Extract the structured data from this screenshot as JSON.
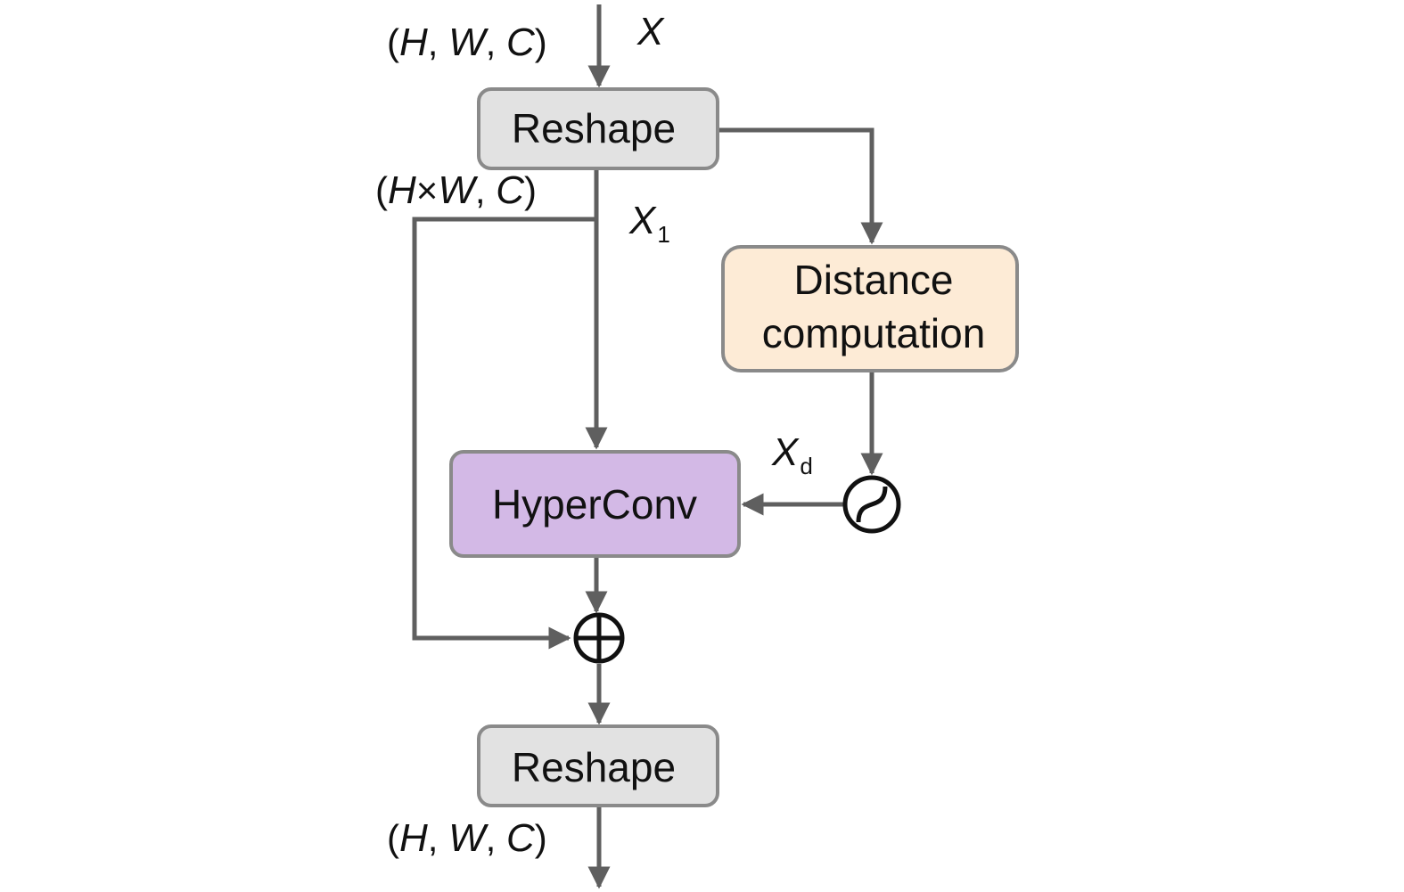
{
  "nodes": {
    "reshape_top": {
      "label": "Reshape"
    },
    "distance": {
      "line1": "Distance",
      "line2": "computation"
    },
    "hyperconv": {
      "label": "HyperConv"
    },
    "reshape_bottom": {
      "label": "Reshape"
    }
  },
  "labels": {
    "shape_in": {
      "open": "(",
      "h": "H",
      "sep1": ", ",
      "w": "W",
      "sep2": ", ",
      "c": "C",
      "close": ")"
    },
    "shape_mid": {
      "open": "(",
      "h": "H",
      "times": "×",
      "w": "W",
      "sep": ", ",
      "c": "C",
      "close": ")"
    },
    "shape_out": {
      "open": "(",
      "h": "H",
      "sep1": ", ",
      "w": "W",
      "sep2": ", ",
      "c": "C",
      "close": ")"
    },
    "x": "X",
    "x1": {
      "base": "X",
      "sub": "1"
    },
    "xd": {
      "base": "X",
      "sub": "d"
    }
  },
  "colors": {
    "reshape_fill": "#e2e2e2",
    "distance_fill": "#fdebd6",
    "hyperconv_fill": "#d3b9e6",
    "border": "#8a8a8a",
    "line": "#5f5f5f"
  }
}
